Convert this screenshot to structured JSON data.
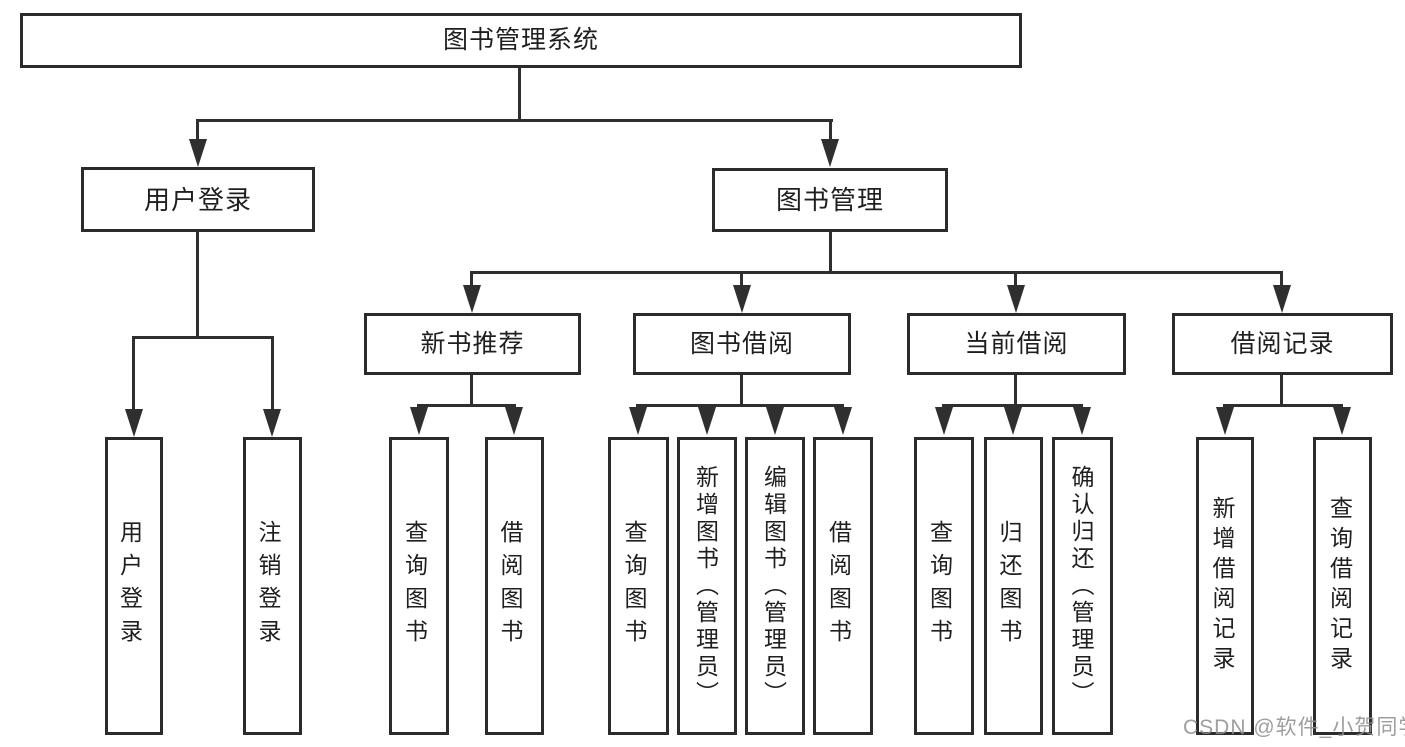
{
  "watermark": "CSDN @软件_小贺同学",
  "colors": {
    "line": "#2f2f2f",
    "box_border": "#2b2b2b",
    "text": "#1f1f1f",
    "watermark": "#919191",
    "background": "#ffffff"
  },
  "nodes": {
    "root": "图书管理系统",
    "user_login": "用户登录",
    "book_mgmt": "图书管理",
    "new_book_rec": "新书推荐",
    "book_borrow": "图书借阅",
    "current_borrow": "当前借阅",
    "borrow_records": "借阅记录",
    "leaves": {
      "user_login_action": "用户登录",
      "logout_action": "注销登录",
      "rec_query_books": "查询图书",
      "rec_borrow_books": "借阅图书",
      "borrow_query_books": "查询图书",
      "borrow_add_books": "新增图书（管理员）",
      "borrow_edit_books": "编辑图书（管理员）",
      "borrow_borrow_books": "借阅图书",
      "current_query_books": "查询图书",
      "current_return_books": "归还图书",
      "current_confirm_return": "确认归还（管理员）",
      "records_add": "新增借阅记录",
      "records_query": "查询借阅记录"
    }
  }
}
